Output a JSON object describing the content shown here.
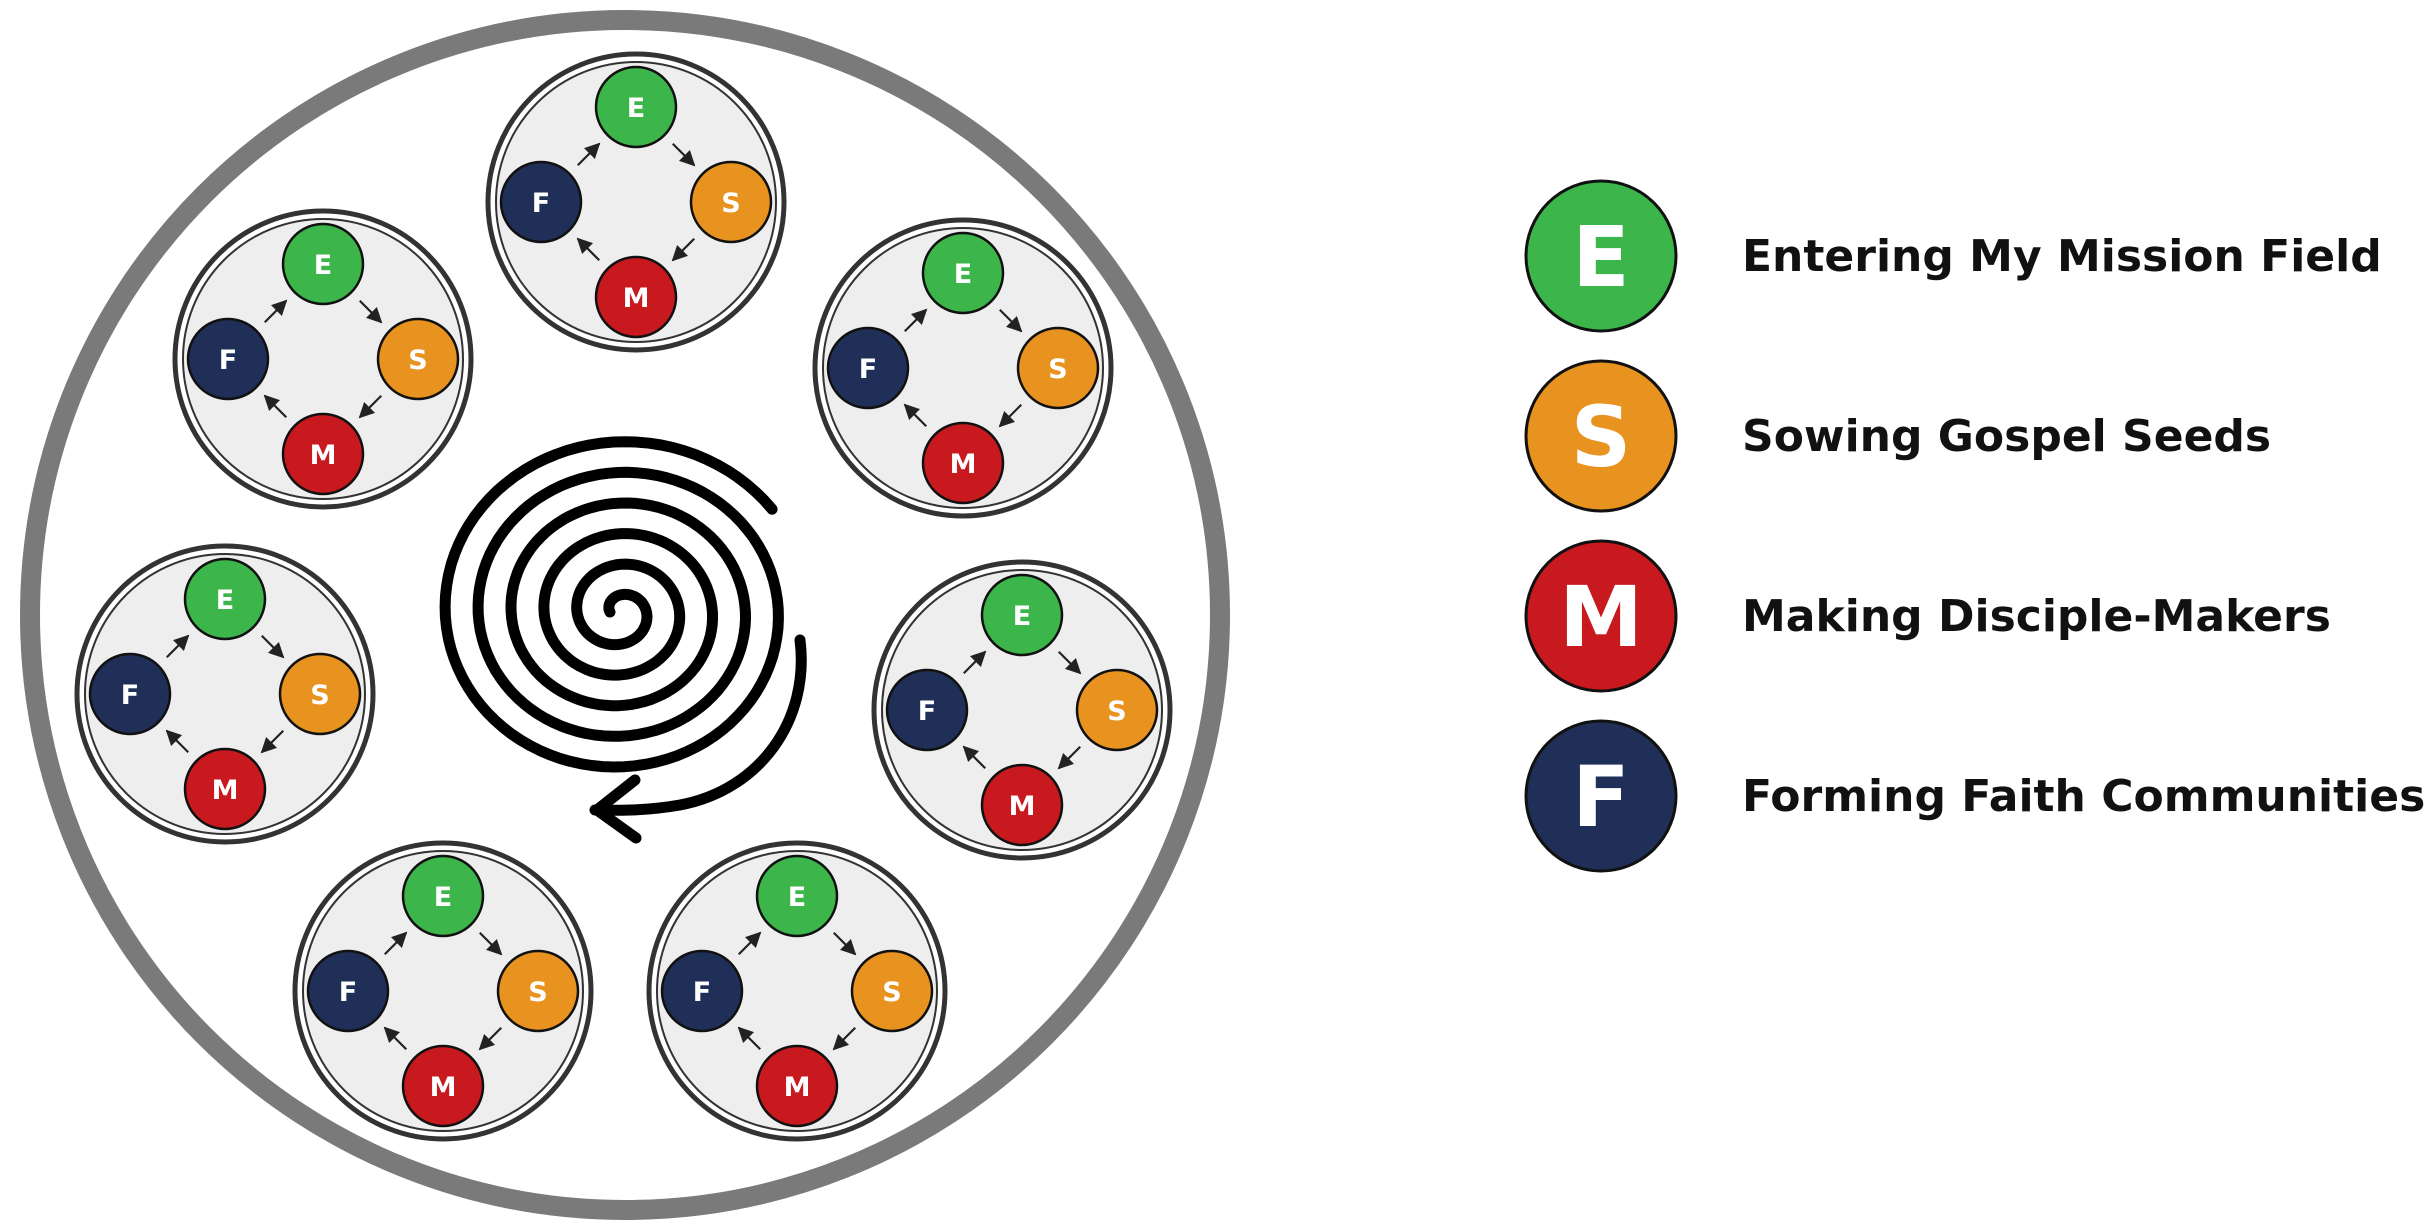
{
  "stages": [
    {
      "key": "E",
      "letter": "E",
      "label": "Entering My Mission Field",
      "color": "#3cb54a"
    },
    {
      "key": "S",
      "letter": "S",
      "label": "Sowing Gospel Seeds",
      "color": "#e8921f"
    },
    {
      "key": "M",
      "letter": "M",
      "label": "Making Disciple-Makers",
      "color": "#c8191f"
    },
    {
      "key": "F",
      "letter": "F",
      "label": "Forming Faith Communities",
      "color": "#1f2f57"
    }
  ],
  "cycle_count": 7,
  "colors": {
    "outer_ring": "#7a7a7a",
    "outer_fill": "#ffffff",
    "cycle_fill": "#eeeeee",
    "cycle_border": "#333333",
    "spiral": "#000000",
    "arrow": "#222222"
  },
  "center_icon": "spiral-icon"
}
